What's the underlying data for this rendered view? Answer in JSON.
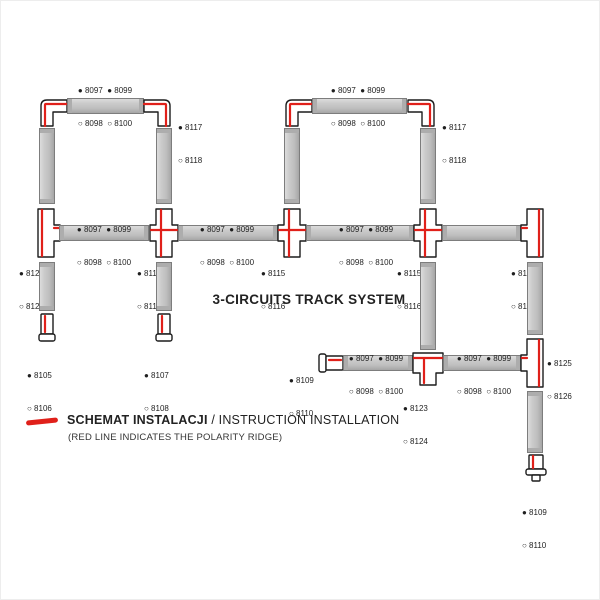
{
  "title": "3-CIRCUITS TRACK SYSTEM",
  "legend": {
    "label_pl": "SCHEMAT INSTALACJI",
    "label_en": " / INSTRUCTION INSTALLATION",
    "note": "(RED LINE INDICATES THE POLARITY RIDGE)"
  },
  "colors": {
    "polarity_red": "#e0201a",
    "track_gray": "#c9c9c9",
    "outline_black": "#1c1c1c"
  },
  "component_types": [
    "track-section",
    "L-corner-connector",
    "T-connector",
    "X-cross-connector",
    "end-cap",
    "power-feed"
  ],
  "parts": {
    "track": {
      "l1": "● 8097  ● 8099",
      "l2": "○ 8098  ○ 8100"
    },
    "corner": {
      "l1": "● 8117",
      "l2": "○ 8118"
    },
    "tee_side": {
      "l1": "● 8123",
      "l2": "○ 8124"
    },
    "cross": {
      "l1": "● 8115",
      "l2": "○ 8116"
    },
    "tee_left": {
      "l1": "● 8119",
      "l2": "○ 8120"
    },
    "tee_corner": {
      "l1": "● 8125",
      "l2": "○ 8126"
    },
    "end_cap_a": {
      "l1": "● 8105",
      "l2": "○ 8106"
    },
    "end_cap_b": {
      "l1": "● 8107",
      "l2": "○ 8108"
    },
    "power_feed": {
      "l1": "● 8109",
      "l2": "○ 8110"
    }
  }
}
